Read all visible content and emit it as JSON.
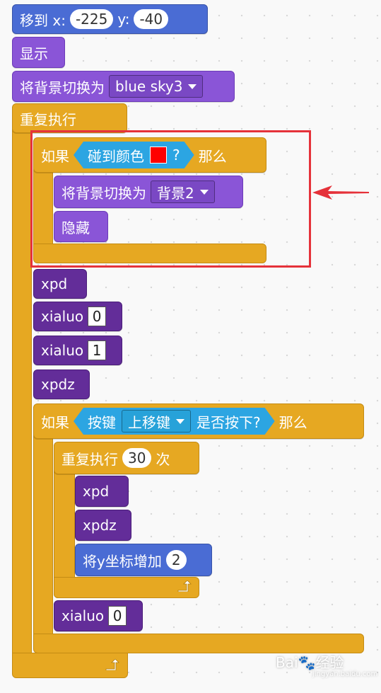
{
  "blocks": {
    "goto": {
      "label": "移到 x:",
      "x_value": "-225",
      "y_label": "y:",
      "y_value": "-40"
    },
    "show": {
      "label": "显示"
    },
    "switch_backdrop_1": {
      "label": "将背景切换为",
      "value": "blue sky3"
    },
    "forever": {
      "label": "重复执行"
    },
    "if_1": {
      "label": "如果",
      "condition": "碰到颜色",
      "question": "?",
      "then": "那么"
    },
    "switch_backdrop_2": {
      "label": "将背景切换为",
      "value": "背景2"
    },
    "hide": {
      "label": "隐藏"
    },
    "xpd_1": {
      "label": "xpd"
    },
    "xialuo_1": {
      "label": "xialuo",
      "value": "0"
    },
    "xialuo_2": {
      "label": "xialuo",
      "value": "1"
    },
    "xpdz_1": {
      "label": "xpdz"
    },
    "if_2": {
      "label": "如果",
      "condition_label": "按键",
      "key": "上移键",
      "question": "是否按下?",
      "then": "那么"
    },
    "repeat": {
      "label": "重复执行",
      "times": "30",
      "suffix": "次"
    },
    "xpd_2": {
      "label": "xpd"
    },
    "xpdz_2": {
      "label": "xpdz"
    },
    "change_y": {
      "label": "将y坐标增加",
      "value": "2"
    },
    "xialuo_3": {
      "label": "xialuo",
      "value": "0"
    }
  },
  "watermark": {
    "brand": "Bai",
    "suffix": "经验",
    "url": "jingyan.baidu.com"
  },
  "colors": {
    "motion": "#4a6cd4",
    "looks": "#8a55d7",
    "custom": "#632d99",
    "control": "#e6a822",
    "sensing": "#2ca5e2",
    "highlight": "#e5323a",
    "touch_color": "#ff0000"
  }
}
